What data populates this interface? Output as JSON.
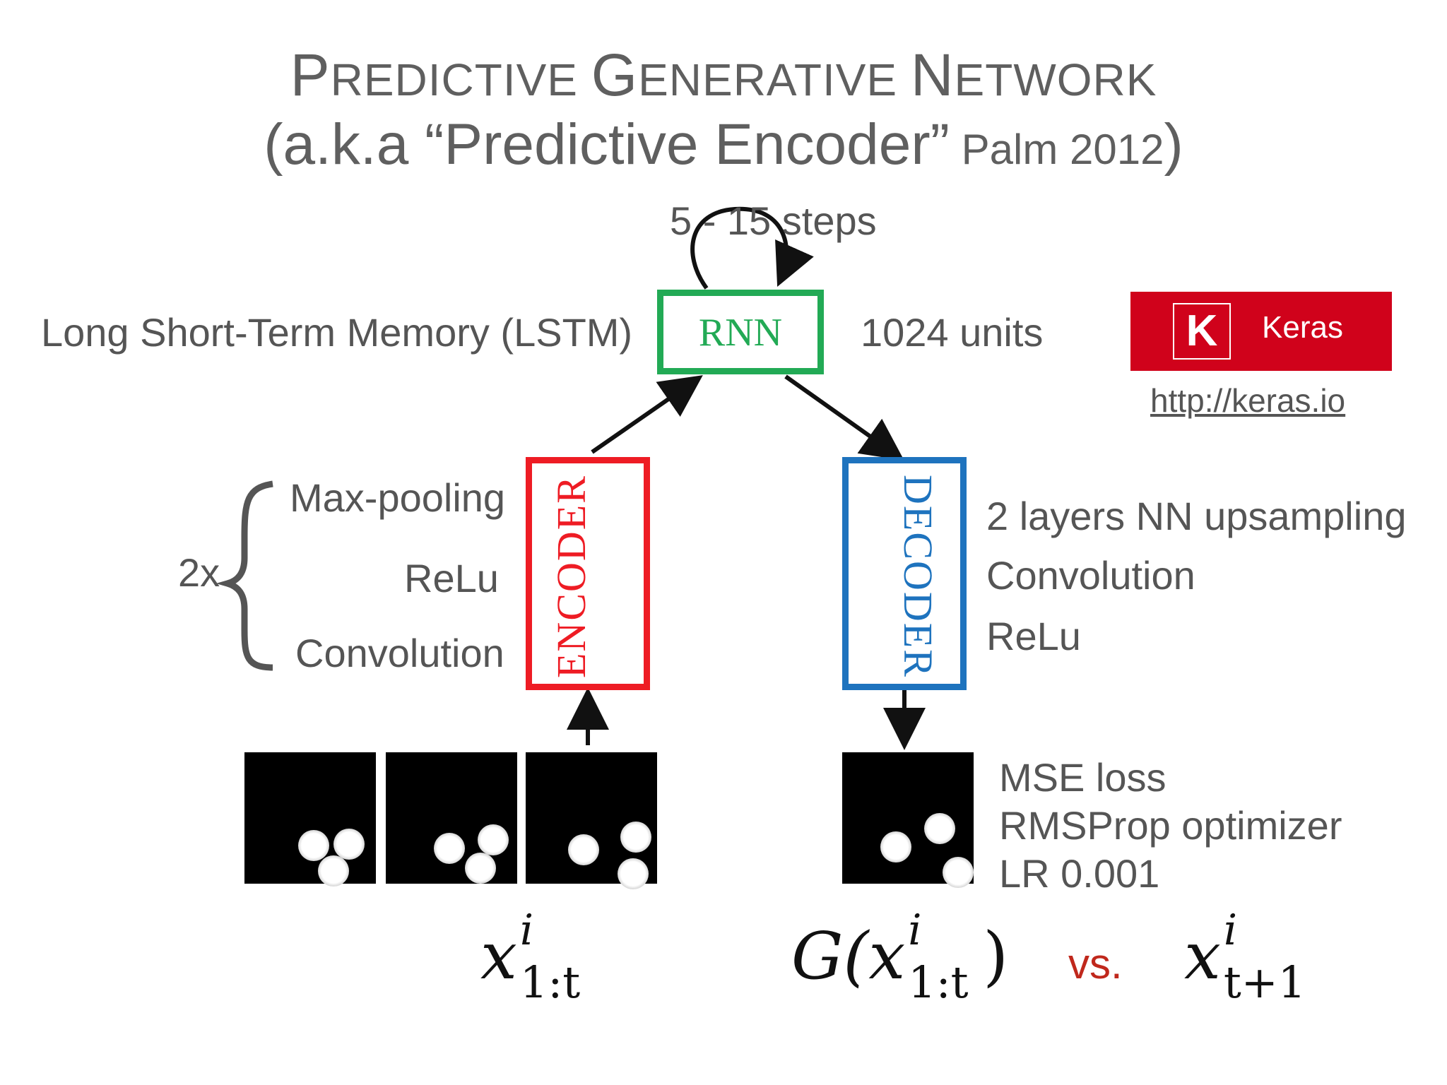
{
  "title": {
    "line1_caps": [
      "P",
      "REDICTIVE ",
      "G",
      "ENERATIVE ",
      "N",
      "ETWORK"
    ],
    "line2_main": "(a.k.a “Predictive Encoder”",
    "line2_small": " Palm 2012",
    "line2_close": ")"
  },
  "rnn": {
    "label": "RNN",
    "steps": "5 - 15 steps",
    "left_label": "Long Short-Term Memory (LSTM)",
    "right_label": "1024 units",
    "color": "#22aa55"
  },
  "encoder": {
    "label": "ENCODER",
    "color": "#ee1c24",
    "repeat": "2x",
    "layers": [
      "Max-pooling",
      "ReLu",
      "Convolution"
    ]
  },
  "decoder": {
    "label": "DECODER",
    "color": "#1e73be",
    "layers": [
      "2 layers NN upsampling",
      "Convolution",
      "ReLu"
    ]
  },
  "training": [
    "MSE loss",
    "RMSProp optimizer",
    "LR 0.001"
  ],
  "math": {
    "input_base": "x",
    "input_sup": "i",
    "input_sub": "1:t",
    "output_G": "G(",
    "output_base": "x",
    "output_sup": "i",
    "output_sub": "1:t",
    "output_close": ")",
    "vs": "vs.",
    "target_base": "x",
    "target_sup": "i",
    "target_sub": "t+1",
    "vs_color": "#c0281c"
  },
  "keras": {
    "logo_letter": "K",
    "name": "Keras",
    "link": "http://keras.io",
    "color": "#d0021b"
  },
  "icons": [
    "loop-arrow-icon",
    "arrow-icon",
    "curly-brace-icon",
    "keras-logo-icon"
  ]
}
